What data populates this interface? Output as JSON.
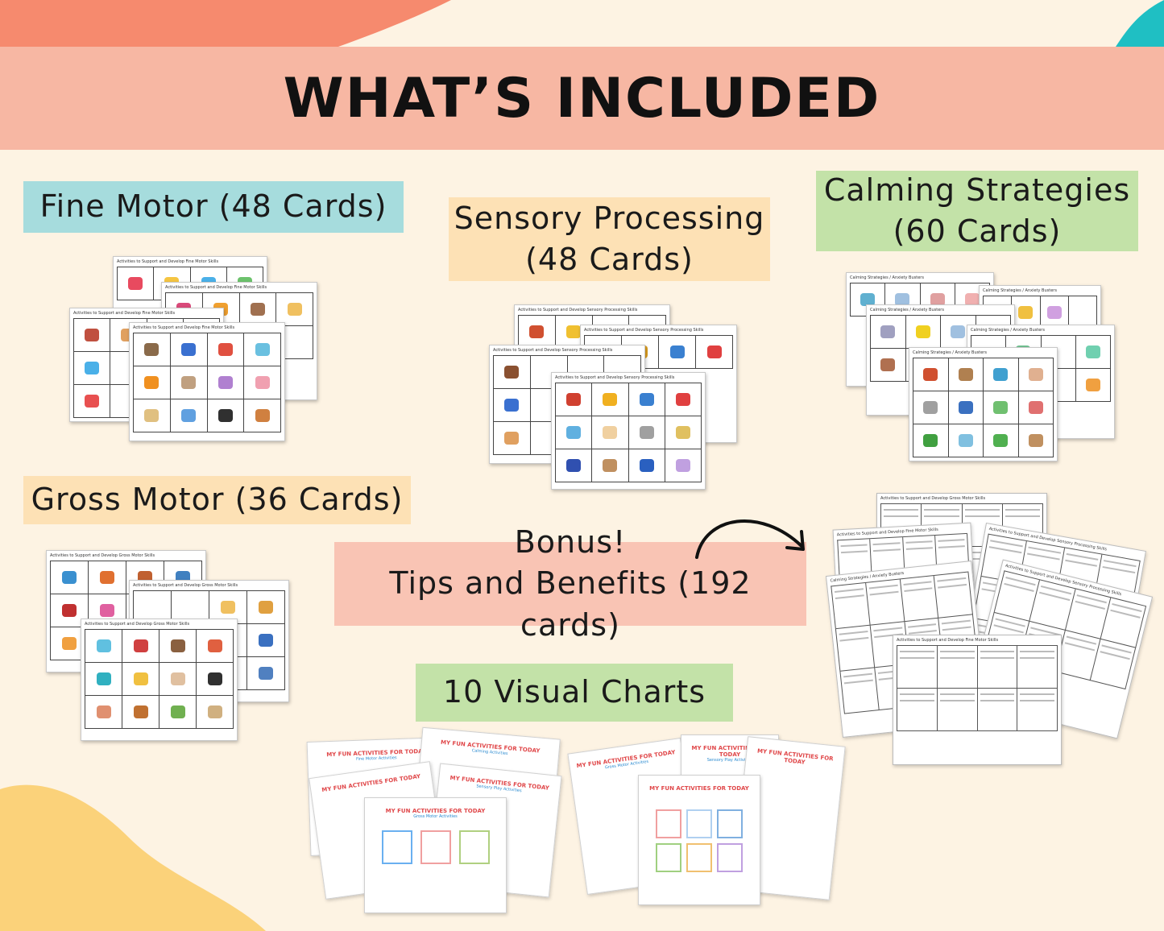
{
  "title": "WHAT’S INCLUDED",
  "sections": {
    "fine_motor": {
      "label": "Fine Motor (48 Cards)",
      "card_title": "Activities to Support and Develop Fine Motor Skills"
    },
    "sensory": {
      "line1": "Sensory Processing",
      "line2": "(48 Cards)",
      "card_title": "Activities to Support and Develop Sensory Processing Skills"
    },
    "calming": {
      "line1": "Calming Strategies",
      "line2": "(60 Cards)",
      "card_title": "Calming Strategies / Anxiety Busters"
    },
    "gross_motor": {
      "label": "Gross Motor (36 Cards)",
      "card_title": "Activities to Support and Develop Gross Motor Skills"
    },
    "bonus": {
      "line1": "Bonus!",
      "line2": "Tips and Benefits (192 cards)"
    },
    "charts": {
      "label": "10 Visual Charts",
      "chart_title": "MY FUN ACTIVITIES FOR TODAY",
      "sub1": "Fine Motor Activities",
      "sub2": "Sensory Play Activities",
      "sub3": "Gross Motor Activities",
      "sub4": "Calming Activities"
    }
  },
  "colors": {
    "background": "#fdf3e3",
    "banner": "#f7b7a3",
    "blue_label": "#a6dcdd",
    "yellow_label": "#fde1b5",
    "green_label": "#c3e2a8",
    "pink_label": "#f9c4b4"
  }
}
